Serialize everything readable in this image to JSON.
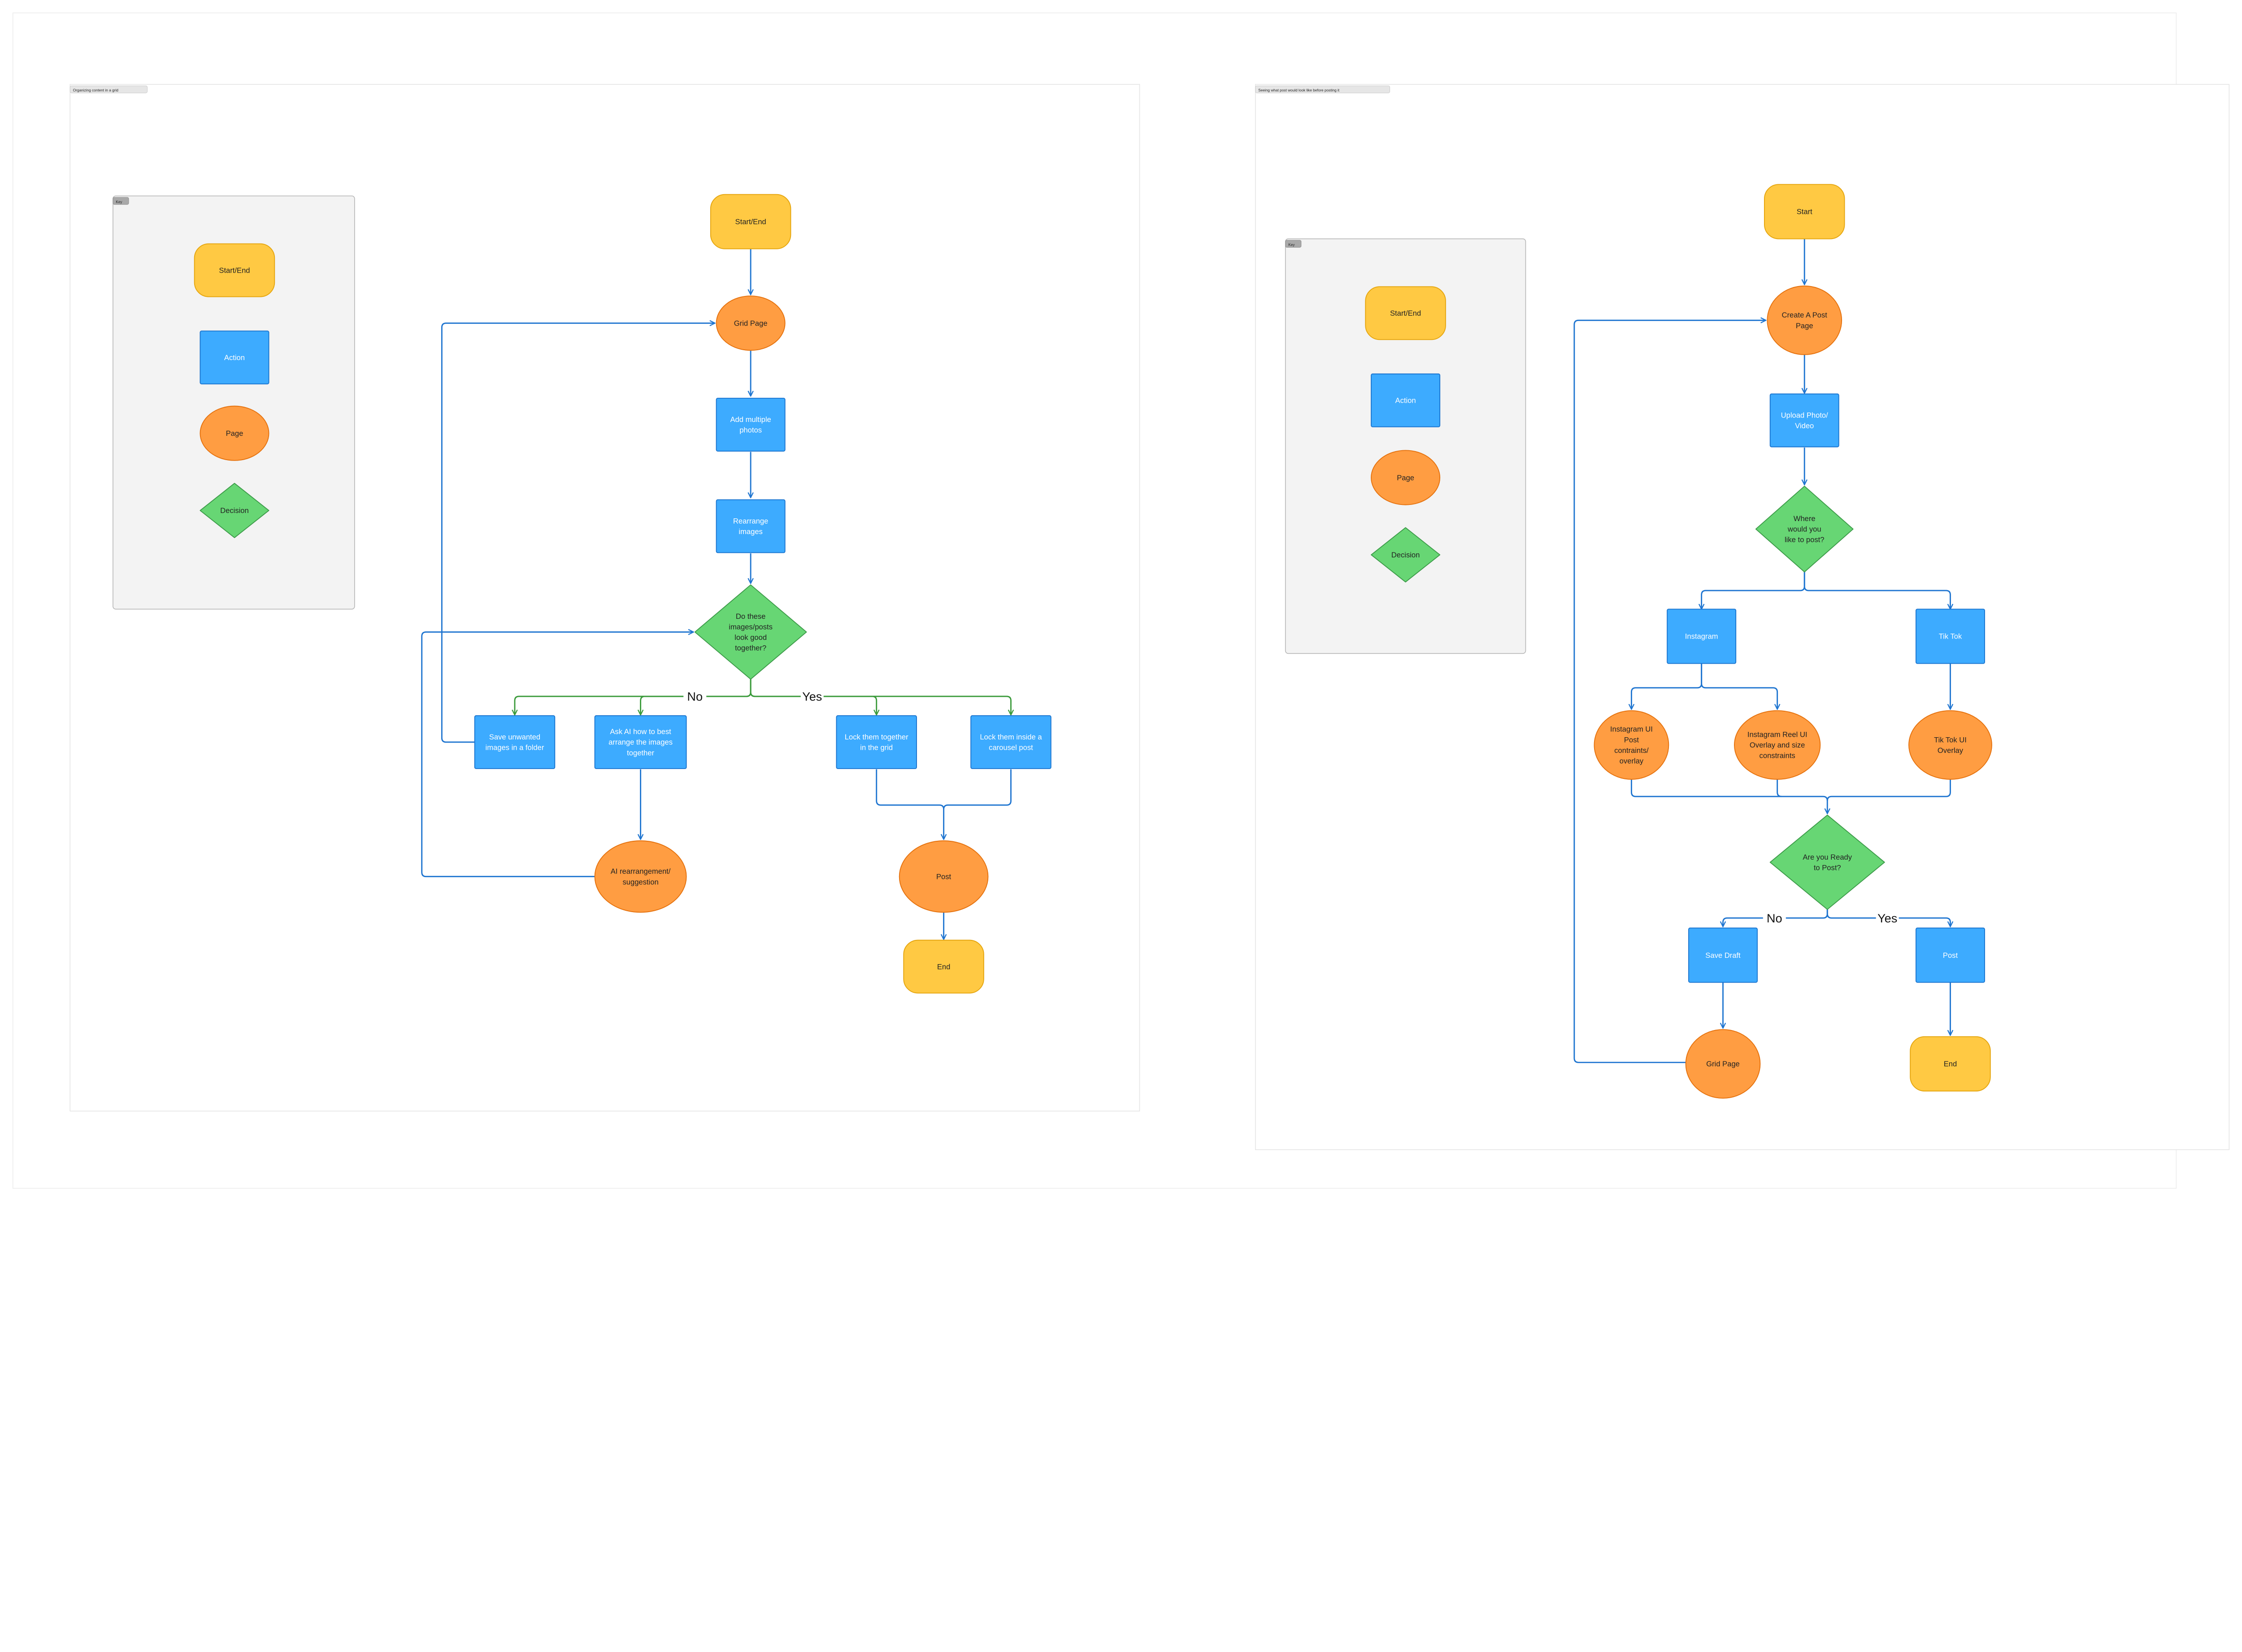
{
  "colors": {
    "start_end_fill": "#FFC943",
    "start_end_stroke": "#E5A50E",
    "action_fill": "#3DABFF",
    "action_stroke": "#1A74CF",
    "page_fill": "#FF9D42",
    "page_stroke": "#E5720E",
    "decision_fill": "#67D674",
    "decision_stroke": "#3C9A48",
    "connector_blue": "#1F75D0",
    "connector_green": "#3A9A3A"
  },
  "frames": [
    {
      "title": "Organizing content in a grid",
      "key": {
        "label": "Key",
        "items": {
          "start_end": "Start/End",
          "action": "Action",
          "page": "Page",
          "decision": "Decision"
        }
      },
      "nodes": {
        "start": [
          "Start/End"
        ],
        "grid_page": [
          "Grid Page"
        ],
        "add_photos": [
          "Add multiple",
          "photos"
        ],
        "rearrange": [
          "Rearrange",
          "images"
        ],
        "look_good": [
          "Do these",
          "images/posts",
          "look good",
          "together?"
        ],
        "save_unwanted": [
          "Save unwanted",
          "images in a folder"
        ],
        "ask_ai": [
          "Ask AI how to best",
          "arrange the images",
          "together"
        ],
        "lock_grid": [
          "Lock them together",
          "in the grid"
        ],
        "lock_carousel": [
          "Lock them inside a",
          "carousel post"
        ],
        "ai_suggestion": [
          "AI rearrangement/",
          "suggestion"
        ],
        "post": [
          "Post"
        ],
        "end": [
          "End"
        ]
      },
      "branch_labels": {
        "no": "No",
        "yes": "Yes"
      }
    },
    {
      "title": "Seeing what post would look like before posting it",
      "key": {
        "label": "Key",
        "items": {
          "start_end": "Start/End",
          "action": "Action",
          "page": "Page",
          "decision": "Decision"
        }
      },
      "nodes": {
        "start": [
          "Start"
        ],
        "create_post": [
          "Create A Post",
          "Page"
        ],
        "upload": [
          "Upload Photo/",
          "Video"
        ],
        "where": [
          "Where",
          "would you",
          "like to post?"
        ],
        "instagram": [
          "Instagram"
        ],
        "tiktok": [
          "Tik Tok"
        ],
        "ig_ui": [
          "Instagram UI",
          "Post",
          "contraints/",
          "overlay"
        ],
        "ig_reel": [
          "Instagram Reel UI",
          "Overlay and size",
          "constraints"
        ],
        "tiktok_ui": [
          "Tik Tok UI",
          "Overlay"
        ],
        "ready": [
          "Are you Ready",
          "to Post?"
        ],
        "save_draft": [
          "Save Draft"
        ],
        "post": [
          "Post"
        ],
        "grid_page": [
          "Grid Page"
        ],
        "end": [
          "End"
        ]
      },
      "branch_labels": {
        "no": "No",
        "yes": "Yes"
      }
    }
  ]
}
